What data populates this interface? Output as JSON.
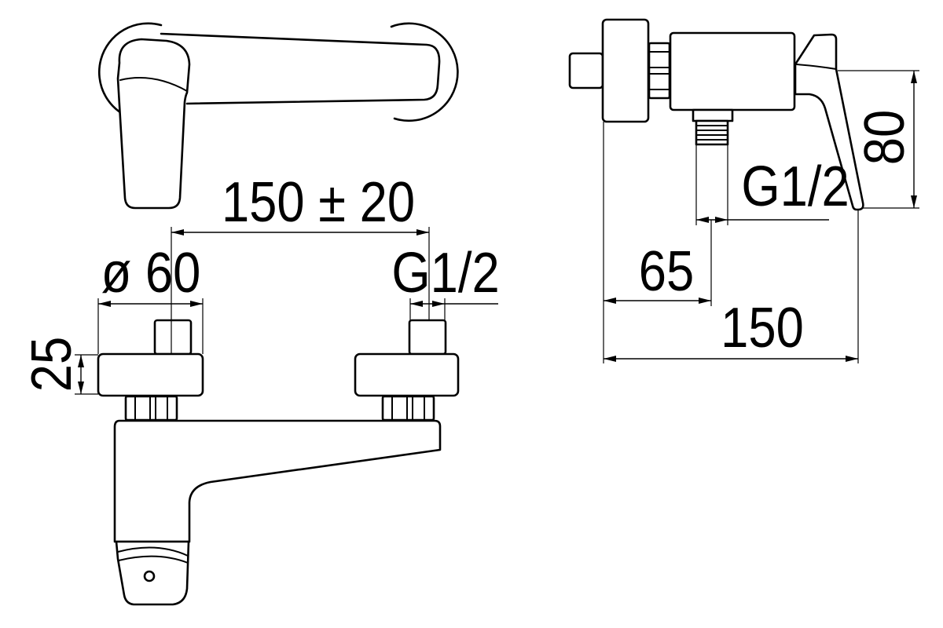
{
  "colors": {
    "line": "#000000",
    "background": "#ffffff"
  },
  "front_view": {
    "spacing_label": "150 ± 20",
    "flange_diameter_label": "ø 60",
    "inlet_thread_label": "G1/2",
    "flange_depth_label": "25"
  },
  "side_view": {
    "height_label": "80",
    "outlet_thread_label": "G1/2",
    "outlet_offset_label": "65",
    "depth_label": "150"
  }
}
